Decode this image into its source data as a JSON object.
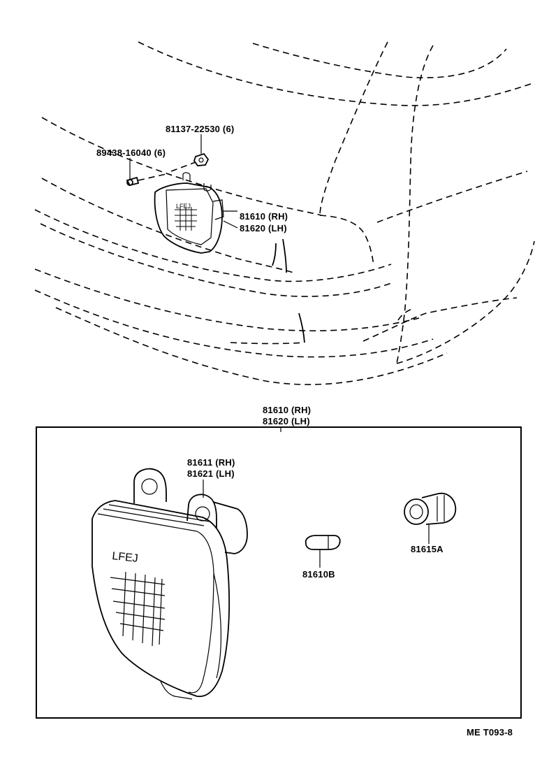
{
  "labels": {
    "screw": "89438-16040 (6)",
    "nut": "81137-22530 (6)",
    "lamp_top_rh": "81610 (RH)",
    "lamp_top_lh": "81620 (LH)",
    "assy_rh": "81610 (RH)",
    "assy_lh": "81620 (LH)",
    "lens_rh": "81611 (RH)",
    "lens_lh": "81621 (LH)",
    "bulb": "81610B",
    "socket": "81615A",
    "footer_code": "ME T093-8"
  }
}
